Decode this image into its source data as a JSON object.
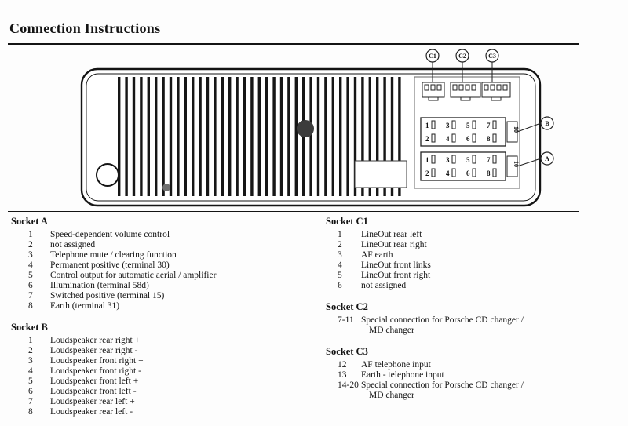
{
  "page": {
    "title": "Connection Instructions"
  },
  "diagram": {
    "callouts": {
      "c1": "C1",
      "c2": "C2",
      "c3": "C3",
      "b": "B",
      "a": "A"
    },
    "tab_label": "10",
    "pins_odd": [
      "1",
      "3",
      "5",
      "7"
    ],
    "pins_even": [
      "2",
      "4",
      "6",
      "8"
    ]
  },
  "sockets": {
    "a": {
      "title": "Socket A",
      "items": [
        {
          "num": "1",
          "text": "Speed-dependent volume control"
        },
        {
          "num": "2",
          "text": "not assigned"
        },
        {
          "num": "3",
          "text": "Telephone mute / clearing function"
        },
        {
          "num": "4",
          "text": "Permanent positive (terminal 30)"
        },
        {
          "num": "5",
          "text": "Control output for automatic aerial / amplifier"
        },
        {
          "num": "6",
          "text": "Illumination (terminal 58d)"
        },
        {
          "num": "7",
          "text": "Switched positive (terminal 15)"
        },
        {
          "num": "8",
          "text": "Earth (terminal 31)"
        }
      ]
    },
    "b": {
      "title": "Socket B",
      "items": [
        {
          "num": "1",
          "text": "Loudspeaker rear right +"
        },
        {
          "num": "2",
          "text": "Loudspeaker rear right -"
        },
        {
          "num": "3",
          "text": "Loudspeaker front right +"
        },
        {
          "num": "4",
          "text": "Loudspeaker front right -"
        },
        {
          "num": "5",
          "text": "Loudspeaker front left +"
        },
        {
          "num": "6",
          "text": "Loudspeaker front left -"
        },
        {
          "num": "7",
          "text": "Loudspeaker rear left +"
        },
        {
          "num": "8",
          "text": "Loudspeaker rear left -"
        }
      ]
    },
    "c1": {
      "title": "Socket C1",
      "items": [
        {
          "num": "1",
          "text": "LineOut rear left"
        },
        {
          "num": "2",
          "text": "LineOut rear right"
        },
        {
          "num": "3",
          "text": "AF earth"
        },
        {
          "num": "4",
          "text": "LineOut front links"
        },
        {
          "num": "5",
          "text": "LineOut front right"
        },
        {
          "num": "6",
          "text": "not assigned"
        }
      ]
    },
    "c2": {
      "title": "Socket C2",
      "items": [
        {
          "num": "7-11",
          "text": "Special connection for Porsche CD changer /",
          "text2": "MD changer"
        }
      ]
    },
    "c3": {
      "title": "Socket C3",
      "items": [
        {
          "num": "12",
          "text": "AF telephone input"
        },
        {
          "num": "13",
          "text": "Earth - telephone input"
        },
        {
          "num": "14-20",
          "text": "Special connection for Porsche CD changer /",
          "text2": "MD changer"
        }
      ]
    }
  }
}
